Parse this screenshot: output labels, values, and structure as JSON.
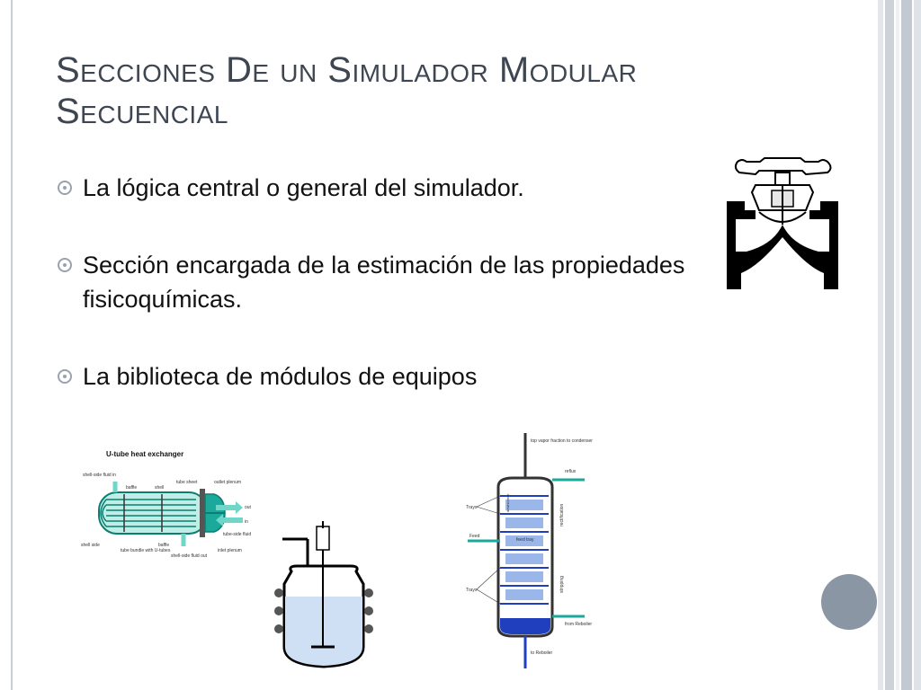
{
  "slide": {
    "title": "Secciones De un Simulador Modular Secuencial",
    "bullets": [
      {
        "text": "La lógica central o general del simulador."
      },
      {
        "text": "Sección encargada de la estimación de las propiedades fisicoquímicas."
      },
      {
        "text": "La biblioteca de módulos de equipos"
      }
    ]
  },
  "heat_exchanger": {
    "title": "U-tube heat exchanger",
    "labels": {
      "shell_in": "shell-side fluid in",
      "baffle": "baffle",
      "shell": "shell",
      "tube_sheet": "tube sheet",
      "outlet_plenum": "outlet plenum",
      "out": "out",
      "in": "in",
      "tube_side_fluid": "tube-side fluid",
      "shell_side": "shell side",
      "tube_bundle": "tube bundle with U-tubes",
      "baffle2": "baffle",
      "shell_out": "shell-side fluid out",
      "inlet_plenum": "inlet plenum"
    }
  },
  "column": {
    "labels": {
      "top_vapor": "top vapor fraction to condenser",
      "reflux": "reflux",
      "trays_top": "Trays",
      "rectification": "rectification",
      "feed": "Feed",
      "feed_tray": "feed tray",
      "stripping": "stripping",
      "trays_bottom": "Trays",
      "from_reboiler": "from Reboiler",
      "to_reboiler": "to Reboiler",
      "downcomer": "downcomer"
    }
  },
  "colors": {
    "title": "#3e4652",
    "accent_circle": "#8b96a4",
    "bars": "#c9ced6",
    "teal": "#1aa99a",
    "blue": "#1f3fbf",
    "liquid": "#cfe0f5"
  },
  "icons": {
    "bullet": "hollow-circle-bullet-icon",
    "valve": "diaphragm-valve-icon",
    "reactor": "stirred-tank-reactor-icon"
  }
}
